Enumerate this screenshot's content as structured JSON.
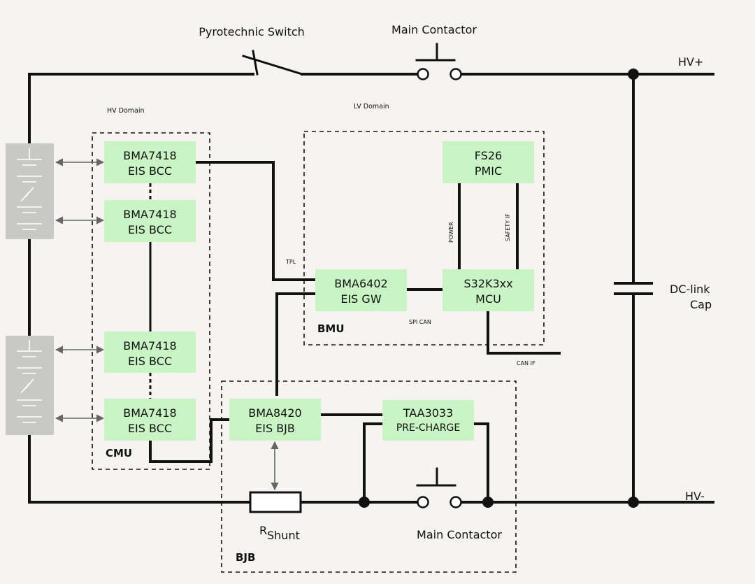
{
  "labels": {
    "pyro_switch": "Pyrotechnic Switch",
    "main_contactor_top": "Main Contactor",
    "main_contactor_bottom": "Main Contactor",
    "hv_plus": "HV+",
    "hv_minus": "HV-",
    "hv_domain": "HV Domain",
    "lv_domain": "LV Domain",
    "dc_link_1": "DC-link",
    "dc_link_2": "Cap",
    "r_shunt_r": "R",
    "r_shunt_sub": "Shunt",
    "tpl": "TPL",
    "spi_can": "SPI CAN",
    "can_if": "CAN IF",
    "power": "POWER",
    "safety_if": "SAFETY IF"
  },
  "groups": {
    "cmu": "CMU",
    "bmu": "BMU",
    "bjb": "BJB"
  },
  "blocks": {
    "bcc1": {
      "line1": "BMA7418",
      "line2": "EIS BCC"
    },
    "bcc2": {
      "line1": "BMA7418",
      "line2": "EIS BCC"
    },
    "bcc3": {
      "line1": "BMA7418",
      "line2": "EIS BCC"
    },
    "bcc4": {
      "line1": "BMA7418",
      "line2": "EIS BCC"
    },
    "gw": {
      "line1": "BMA6402",
      "line2": "EIS GW"
    },
    "mcu": {
      "line1": "S32K3xx",
      "line2": "MCU"
    },
    "pmic": {
      "line1": "FS26",
      "line2": "PMIC"
    },
    "bjb": {
      "line1": "BMA8420",
      "line2": "EIS BJB"
    },
    "pre": {
      "line1": "TAA3033",
      "line2": "PRE-CHARGE"
    }
  },
  "colors": {
    "background": "#f5f4f1",
    "chip": "#c9f5c4",
    "wire": "#111111",
    "battery": "#c8c8c6",
    "arrow": "#666666"
  }
}
